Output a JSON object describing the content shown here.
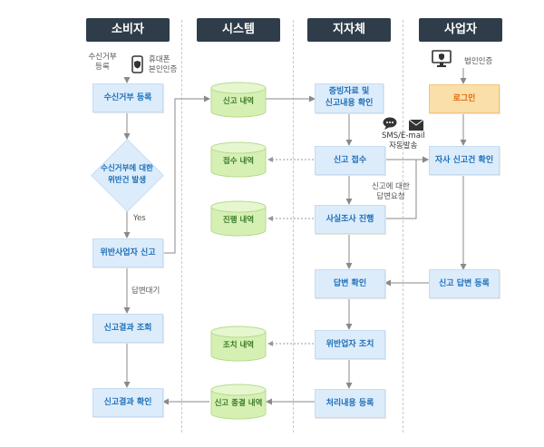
{
  "lanes": {
    "consumer": "소비자",
    "system": "시스템",
    "local_gov": "지자체",
    "business": "사업자"
  },
  "consumer": {
    "note_refusal_line1": "수신거부",
    "note_refusal_line2": "등록",
    "phone_auth_line1": "휴대폰",
    "phone_auth_line2": "본인인증",
    "register_refusal": "수신거부 등록",
    "decision_line1": "수신거부에 대한",
    "decision_line2": "위반건 발생",
    "yes_label": "Yes",
    "report_violator": "위반사업자 신고",
    "wait_label": "답변대기",
    "view_result": "신고결과 조회",
    "confirm_result": "신고결과 확인"
  },
  "system": {
    "report_history": "신고 내역",
    "receipt_history": "접수 내역",
    "progress_history": "진행 내역",
    "action_history": "조치 내역",
    "closing_history": "신고 종결 내역"
  },
  "local_gov": {
    "check_report": "증빙자료 및\n신고내용 확인",
    "check_report_line1": "증빙자료 및",
    "check_report_line2": "신고내용 확인",
    "receive_report": "신고 접수",
    "sms_line1": "SMS/E-mail",
    "sms_line2": "자동발송",
    "reply_request_line1": "신고에 대한",
    "reply_request_line2": "답변요청",
    "investigation": "사실조사 진행",
    "check_reply": "답변 확인",
    "action_violator": "위반업자 조치",
    "register_process": "처리내용 등록"
  },
  "business": {
    "corp_auth": "법인인증",
    "login": "로그인",
    "check_own_report": "자사 신고건 확인",
    "register_reply": "신고 답변 등록"
  },
  "icons": {
    "phone": "shield-phone-icon",
    "monitor": "monitor-shield-icon",
    "chat": "chat-bubble-icon",
    "mail": "envelope-icon"
  },
  "colors": {
    "header_bg": "#2f3d4a",
    "box_bg": "#dcecfb",
    "box_text": "#1d6fb8",
    "login_bg": "#fbdfa9",
    "login_text": "#e06a10",
    "cylinder_fill": "#d6f0b4",
    "cylinder_text": "#3a7a28"
  }
}
